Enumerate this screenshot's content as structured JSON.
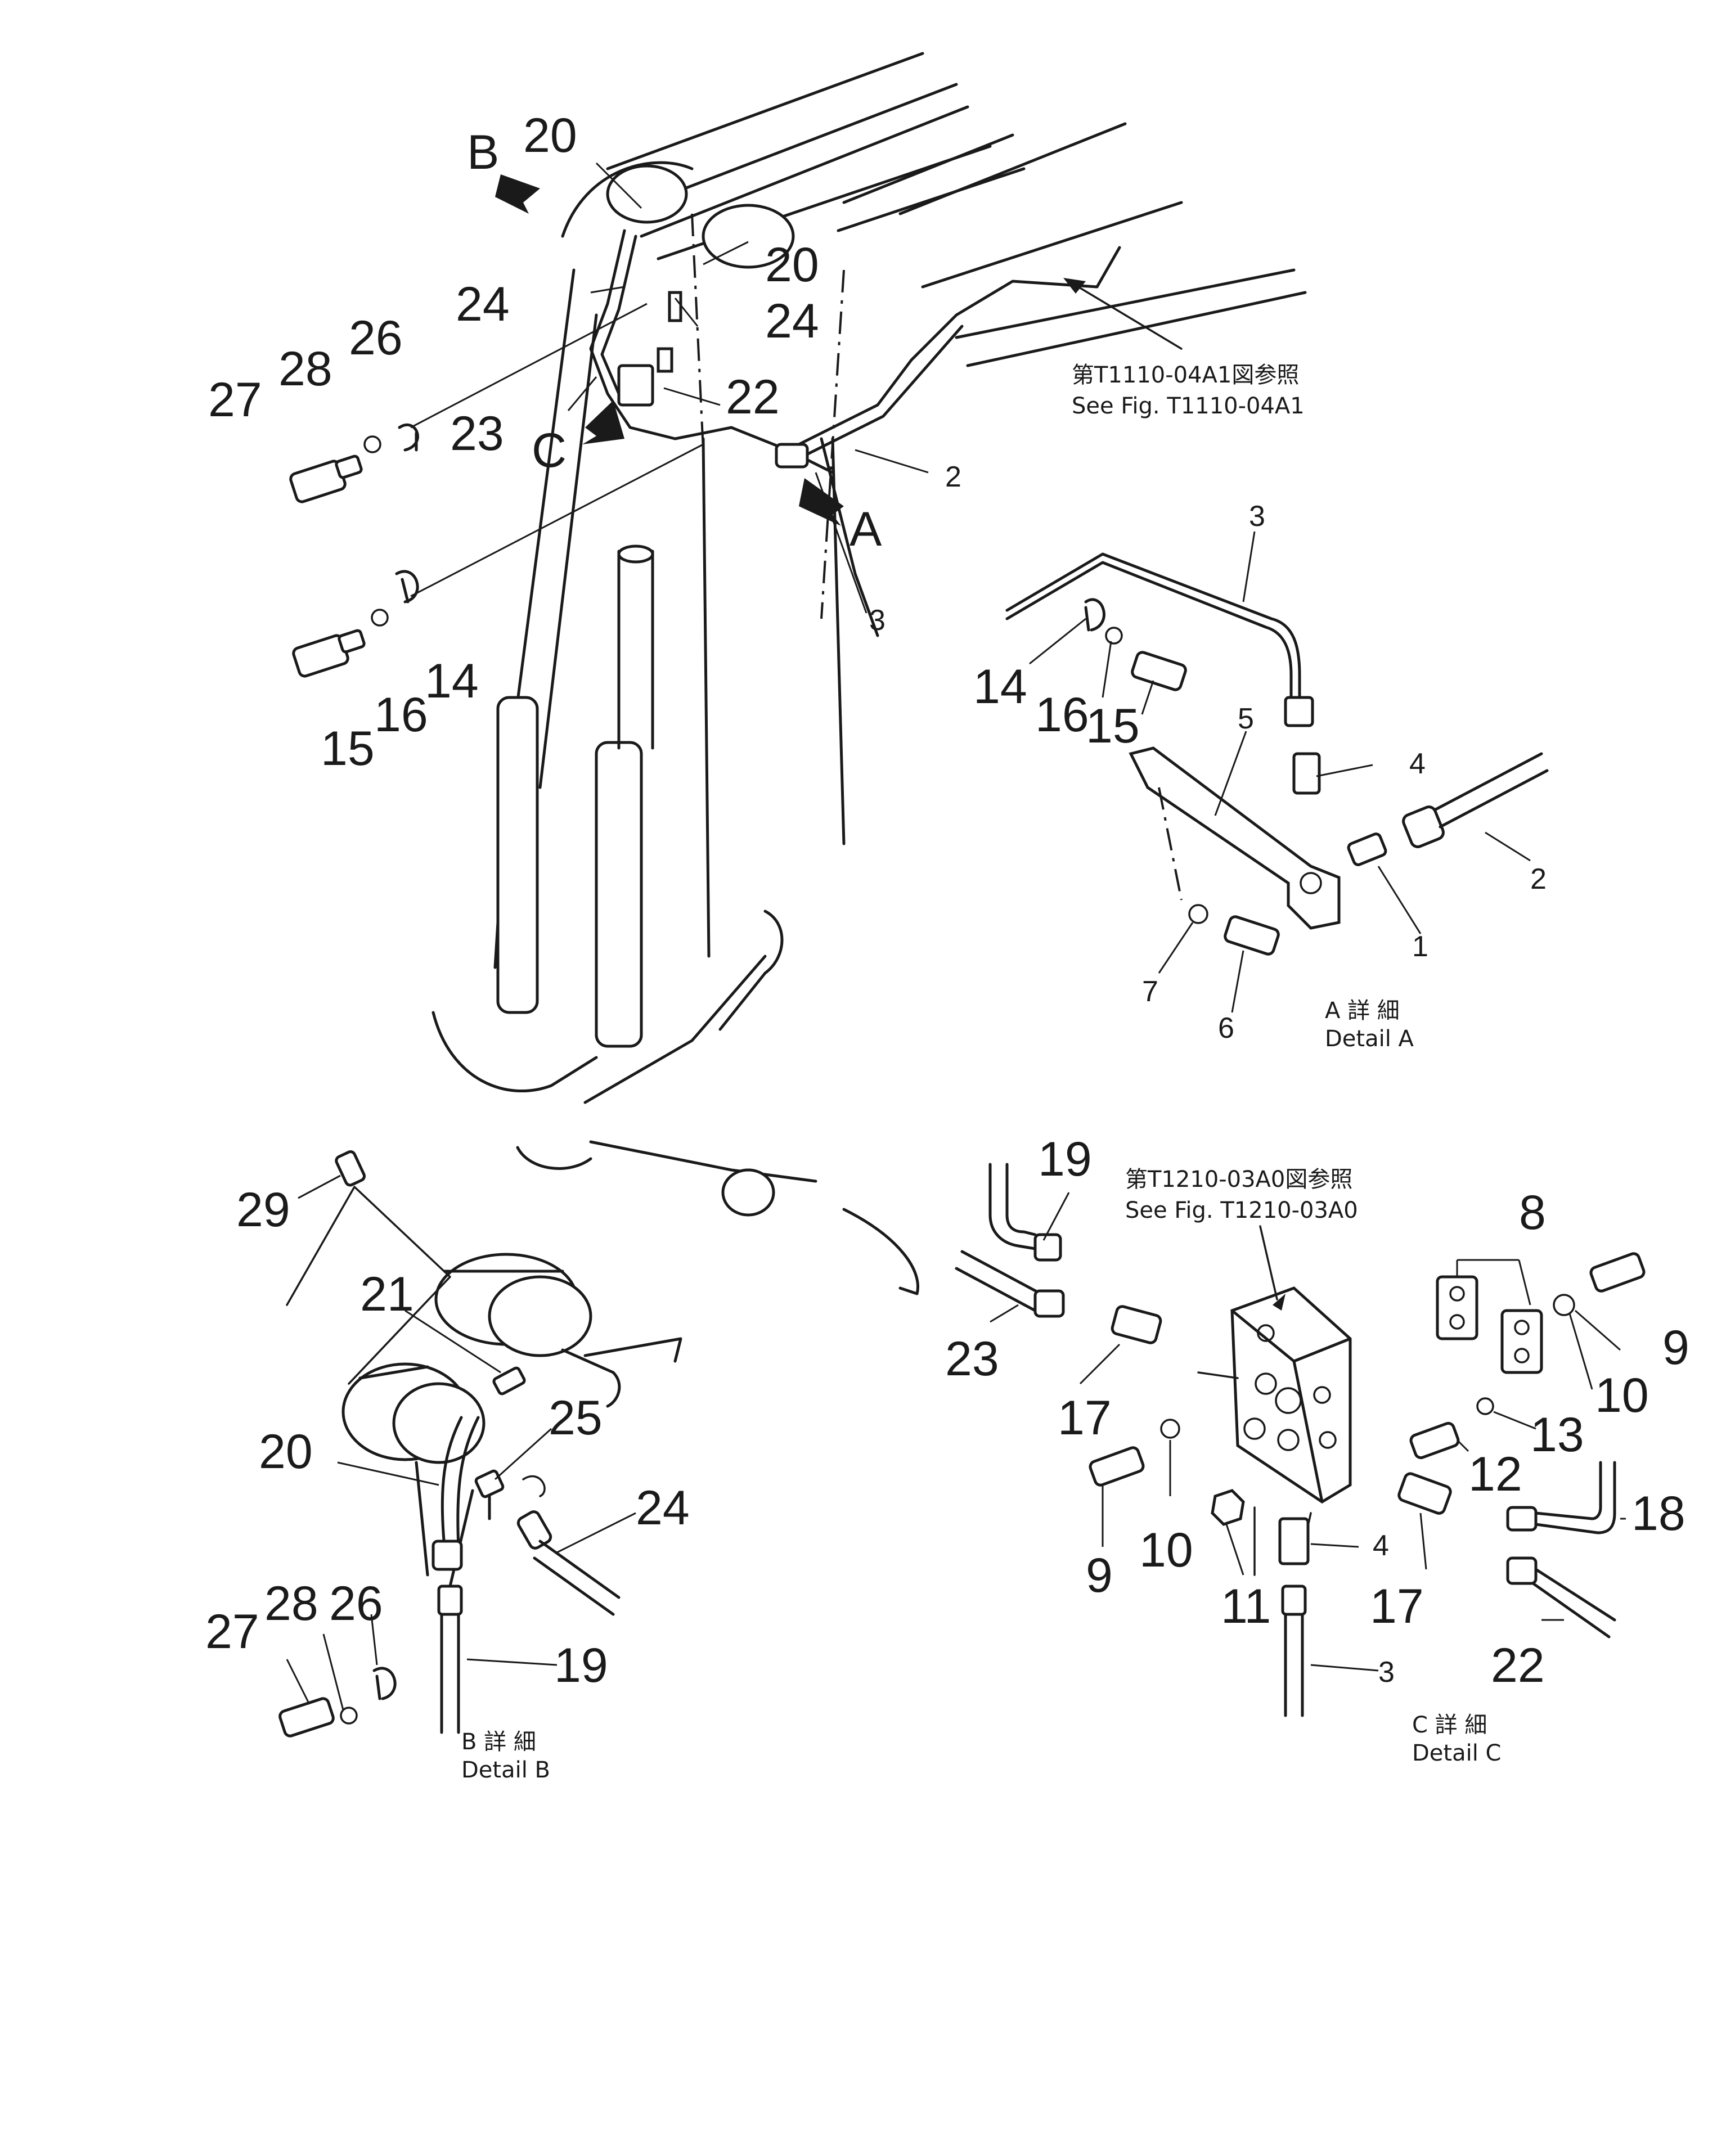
{
  "view_markers": {
    "A": "A",
    "B": "B",
    "C": "C"
  },
  "references": {
    "main_jp": "第T1110-04A1図参照",
    "main_en": "See  Fig. T1110-04A1",
    "detail_c_jp": "第T1210-03A0図参照",
    "detail_c_en": "See  Fig. T1210-03A0"
  },
  "captions": {
    "detail_a_jp": "A 詳 細",
    "detail_a_en": "Detail  A",
    "detail_b_jp": "B 詳 細",
    "detail_b_en": "Detail  B",
    "detail_c_jp": "C 詳 細",
    "detail_c_en": "Detail  C"
  },
  "main_view": {
    "callouts": [
      "20",
      "20",
      "24",
      "24",
      "22",
      "23",
      "2",
      "3",
      "27",
      "28",
      "26",
      "14",
      "15",
      "16"
    ]
  },
  "detail_a": {
    "callouts": [
      "3",
      "14",
      "16",
      "15",
      "5",
      "4",
      "2",
      "1",
      "7",
      "6"
    ]
  },
  "detail_b": {
    "callouts": [
      "29",
      "21",
      "20",
      "25",
      "24",
      "26",
      "27",
      "28",
      "19"
    ]
  },
  "detail_c": {
    "callouts": [
      "19",
      "23",
      "17",
      "8",
      "9",
      "10",
      "13",
      "12",
      "9",
      "10",
      "11",
      "4",
      "17",
      "18",
      "22",
      "3"
    ]
  }
}
